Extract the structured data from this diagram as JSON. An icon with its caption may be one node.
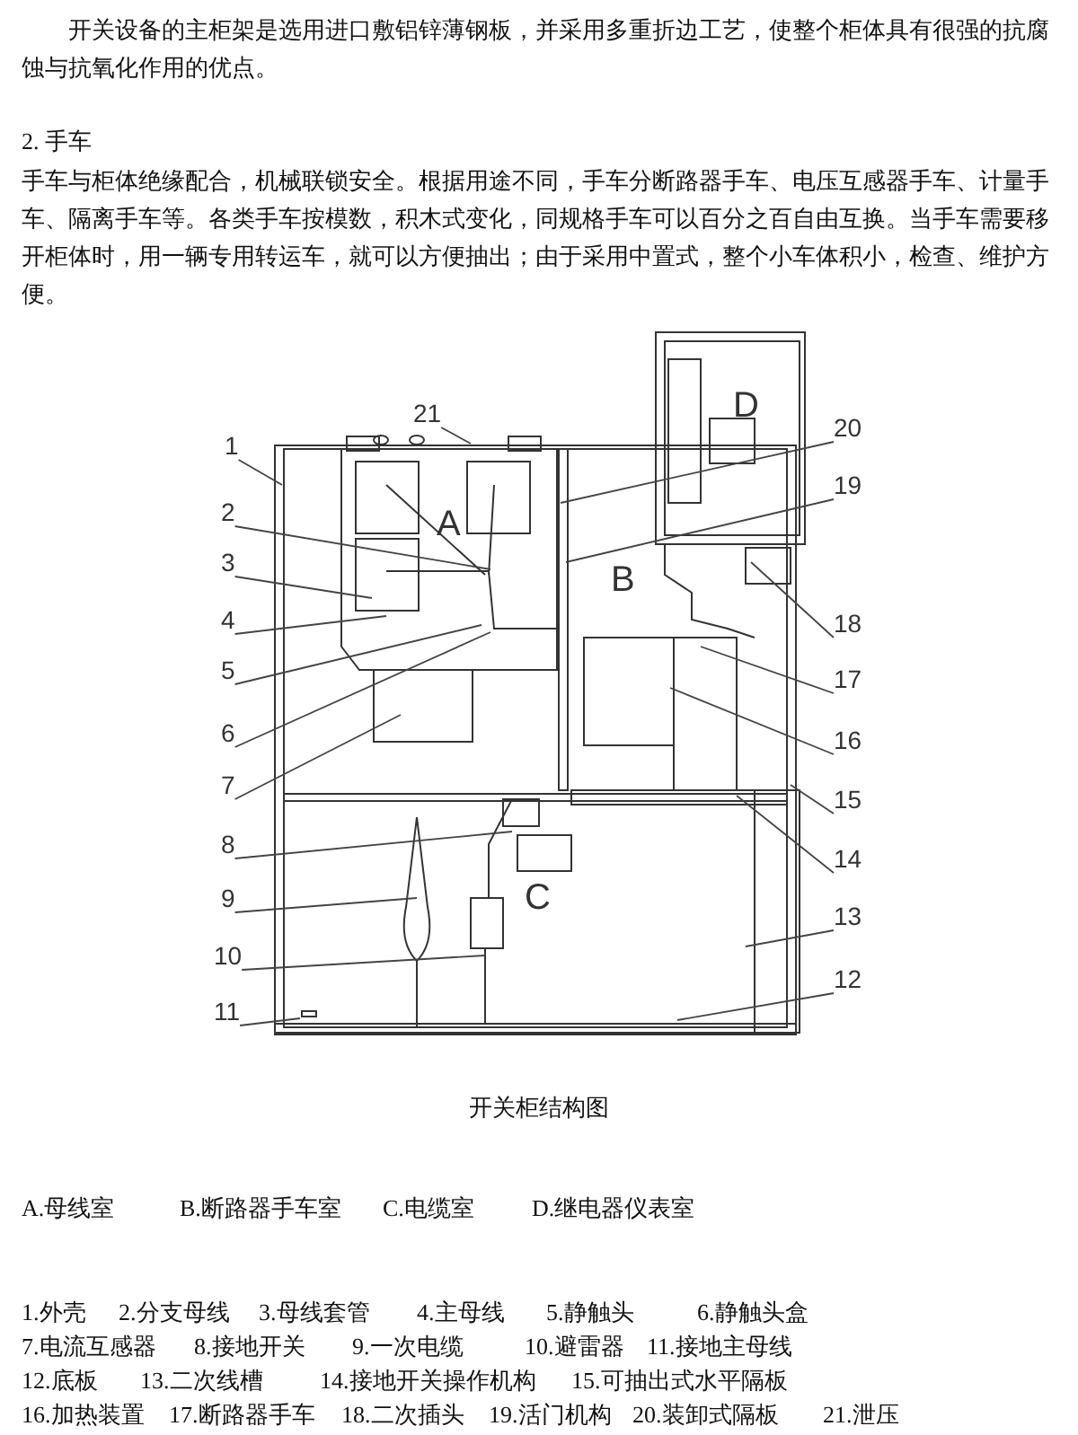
{
  "diagram": {
    "caption": "开关柜结构图",
    "nodes": [
      {
        "text": [
          "1"
        ]
      },
      {
        "text": [
          "2"
        ]
      },
      {
        "text": [
          "3"
        ]
      },
      {
        "text": [
          "4"
        ]
      },
      {
        "text": [
          "5"
        ]
      },
      {
        "text": [
          "6"
        ]
      },
      {
        "text": [
          "7"
        ]
      },
      {
        "text": [
          "8"
        ]
      },
      {
        "text": [
          "9"
        ]
      },
      {
        "text": [
          "10"
        ]
      },
      {
        "text": [
          "11"
        ]
      },
      {
        "text": [
          "12"
        ]
      },
      {
        "text": [
          "13"
        ]
      },
      {
        "text": [
          "14"
        ]
      },
      {
        "text": [
          "15"
        ]
      },
      {
        "text": [
          "16"
        ]
      },
      {
        "text": [
          "17"
        ]
      },
      {
        "text": [
          "18"
        ]
      },
      {
        "text": [
          "19"
        ]
      },
      {
        "text": [
          "20"
        ]
      },
      {
        "text": [
          "21"
        ]
      }
    ],
    "edges": [
      {
        "from": 0,
        "to": null,
        "arrow": "none"
      },
      {
        "from": 1,
        "to": null,
        "arrow": "none"
      },
      {
        "from": 2,
        "to": null,
        "arrow": "none"
      },
      {
        "from": 3,
        "to": null,
        "arrow": "none"
      },
      {
        "from": 4,
        "to": null,
        "arrow": "none"
      },
      {
        "from": 5,
        "to": null,
        "arrow": "none"
      },
      {
        "from": 6,
        "to": null,
        "arrow": "none"
      },
      {
        "from": 7,
        "to": null,
        "arrow": "none"
      },
      {
        "from": 8,
        "to": null,
        "arrow": "none"
      },
      {
        "from": 9,
        "to": null,
        "arrow": "none"
      },
      {
        "from": 10,
        "to": null,
        "arrow": "none"
      },
      {
        "from": 11,
        "to": null,
        "arrow": "none"
      },
      {
        "from": 12,
        "to": null,
        "arrow": "none"
      },
      {
        "from": 13,
        "to": null,
        "arrow": "none"
      },
      {
        "from": 14,
        "to": null,
        "arrow": "none"
      },
      {
        "from": 15,
        "to": null,
        "arrow": "none"
      },
      {
        "from": 16,
        "to": null,
        "arrow": "none"
      },
      {
        "from": 17,
        "to": null,
        "arrow": "none"
      },
      {
        "from": 18,
        "to": null,
        "arrow": "none"
      },
      {
        "from": 19,
        "to": null,
        "arrow": "none"
      },
      {
        "from": 20,
        "to": null,
        "arrow": "none"
      }
    ],
    "labels": [
      "开关设备的主柜架是选用进口敷铝锌薄钢板，并采用多重折边工艺，使整个柜体具有很强的抗腐蚀与抗氧化作用的优点。",
      "2. 手车",
      "手车与柜体绝缘配合，机械联锁安全。根据用途不同，手车分断路器手车、电压互感器手车、计量手车、隔离手车等。各类手车按模数，积木式变化，同规格手车可以百分之百自由互换。当手车需要移开柜体时，用一辆专用转运车，就可以方便抽出；由于采用中置式，整个小车体积小，检查、维护方便。",
      "D",
      "A",
      "B",
      "C",
      "A.母线室",
      "B.断路器手车室",
      "C.电缆室",
      "D.继电器仪表室",
      "1.外壳",
      "2.分支母线",
      "3.母线套管",
      "4.主母线",
      "5.静触头",
      "6.静触头盒",
      "7.电流互感器",
      "8.接地开关",
      "9.一次电缆",
      "10.避雷器",
      "11.接地主母线",
      "12.底板",
      "13.二次线槽",
      "14.接地开关操作机构",
      "15.可抽出式水平隔板",
      "16.加热装置",
      "17.断路器手车",
      "18.二次插头",
      "19.活门机构",
      "20.装卸式隔板",
      "21.泄压"
    ]
  }
}
